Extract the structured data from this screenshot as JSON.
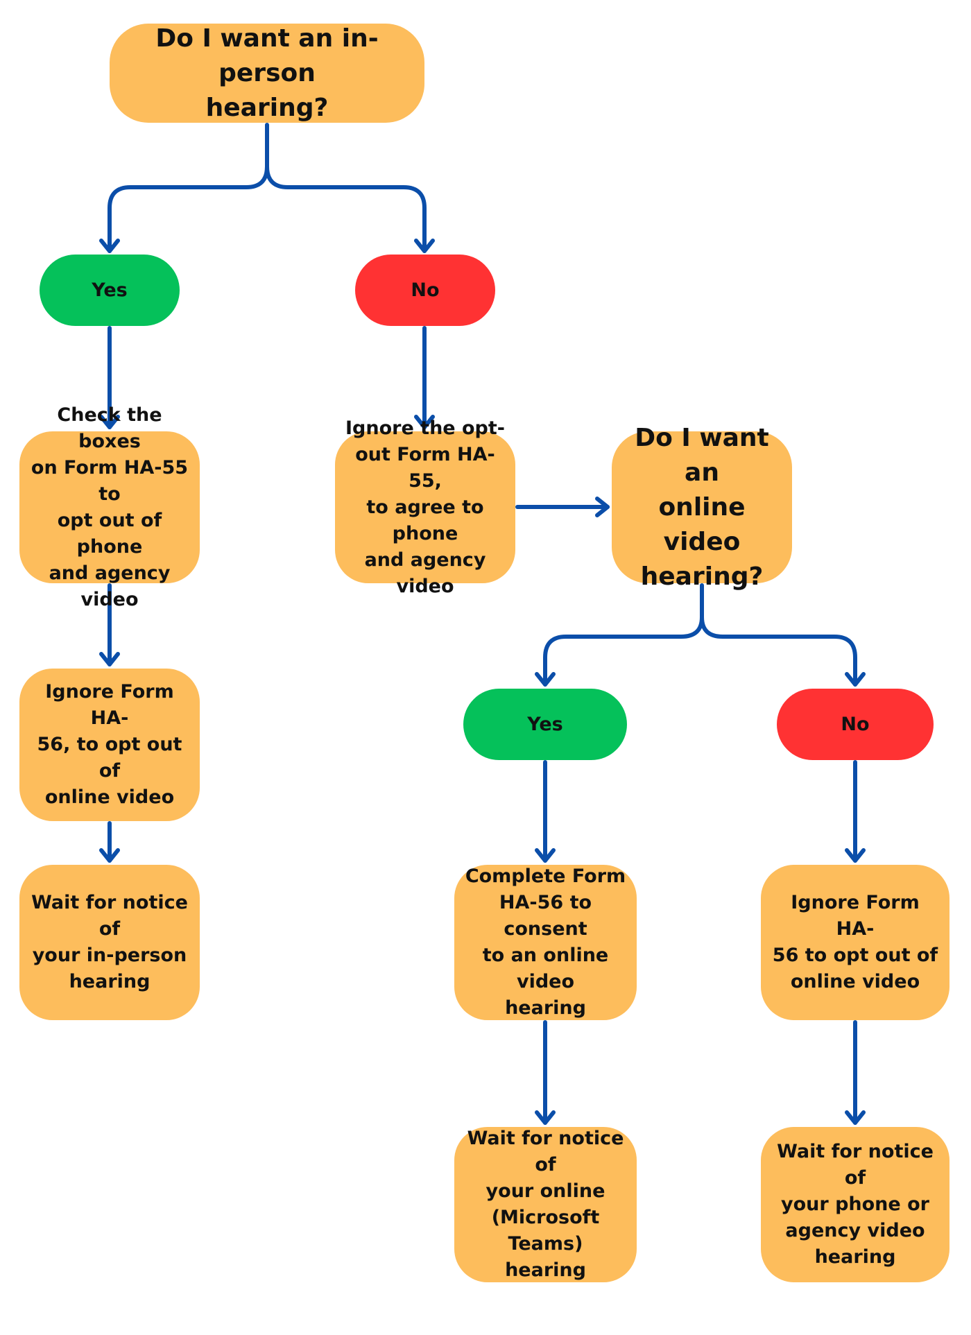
{
  "colors": {
    "box": "#fdbd5c",
    "yes": "#05c15a",
    "no": "#ff3233",
    "arrow": "#0b4ea9",
    "text": "#111111"
  },
  "nodes": {
    "q1": "Do I want an in-person\nhearing?",
    "yes1": "Yes",
    "no1": "No",
    "check_boxes": "Check the boxes\non Form HA-55 to\nopt out of phone\nand agency video",
    "ignore_ha55": "Ignore the opt-\nout Form HA-55,\nto agree to phone\nand agency video",
    "q2": "Do I want an\nonline video\nhearing?",
    "ignore_ha56_a": "Ignore Form HA-\n56, to opt out of\nonline video",
    "wait_inperson": "Wait for notice of\nyour in-person\nhearing",
    "yes2": "Yes",
    "no2": "No",
    "complete_ha56": "Complete Form\nHA-56 to consent\nto an online video\nhearing",
    "ignore_ha56_b": "Ignore Form HA-\n56 to opt out of\nonline video",
    "wait_online": "Wait for notice of\nyour online\n(Microsoft Teams)\nhearing",
    "wait_phone": "Wait for notice of\nyour phone or\nagency video\nhearing"
  },
  "edges": [
    {
      "from": "q1",
      "to": "yes1"
    },
    {
      "from": "q1",
      "to": "no1"
    },
    {
      "from": "yes1",
      "to": "check_boxes"
    },
    {
      "from": "no1",
      "to": "ignore_ha55"
    },
    {
      "from": "ignore_ha55",
      "to": "q2"
    },
    {
      "from": "check_boxes",
      "to": "ignore_ha56_a"
    },
    {
      "from": "ignore_ha56_a",
      "to": "wait_inperson"
    },
    {
      "from": "q2",
      "to": "yes2"
    },
    {
      "from": "q2",
      "to": "no2"
    },
    {
      "from": "yes2",
      "to": "complete_ha56"
    },
    {
      "from": "no2",
      "to": "ignore_ha56_b"
    },
    {
      "from": "complete_ha56",
      "to": "wait_online"
    },
    {
      "from": "ignore_ha56_b",
      "to": "wait_phone"
    }
  ]
}
